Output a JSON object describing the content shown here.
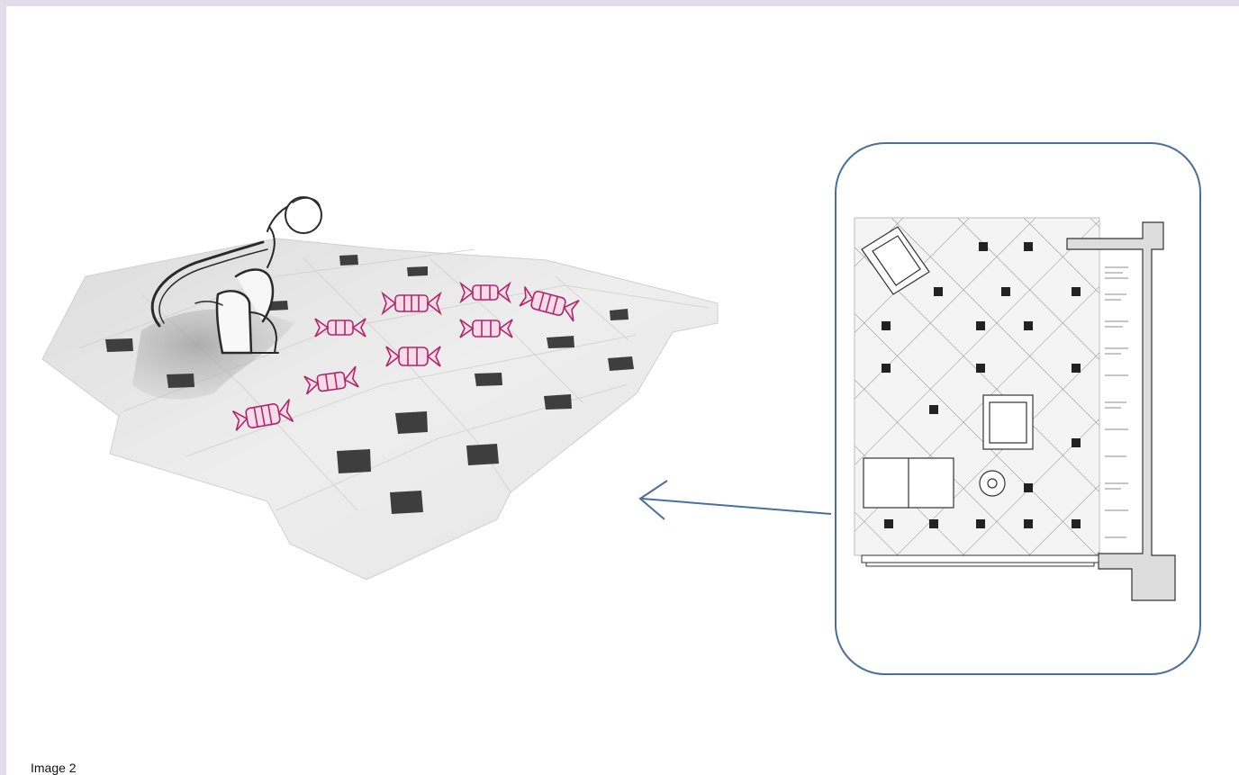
{
  "caption": "Image 2",
  "colors": {
    "frame_background": "#e2dcea",
    "canvas_background": "#ffffff",
    "callout_border": "#4a6f9c",
    "arrow": "#4a6f9c",
    "candy": "#b0276a",
    "tile_inset": "#3a3a3a"
  },
  "illustration": {
    "left": {
      "subject": "sketched-figure-crouching-on-tiled-floor",
      "candies": 8
    },
    "right": {
      "subject": "floor-plan-detail-diagonal-tile-pattern"
    }
  }
}
